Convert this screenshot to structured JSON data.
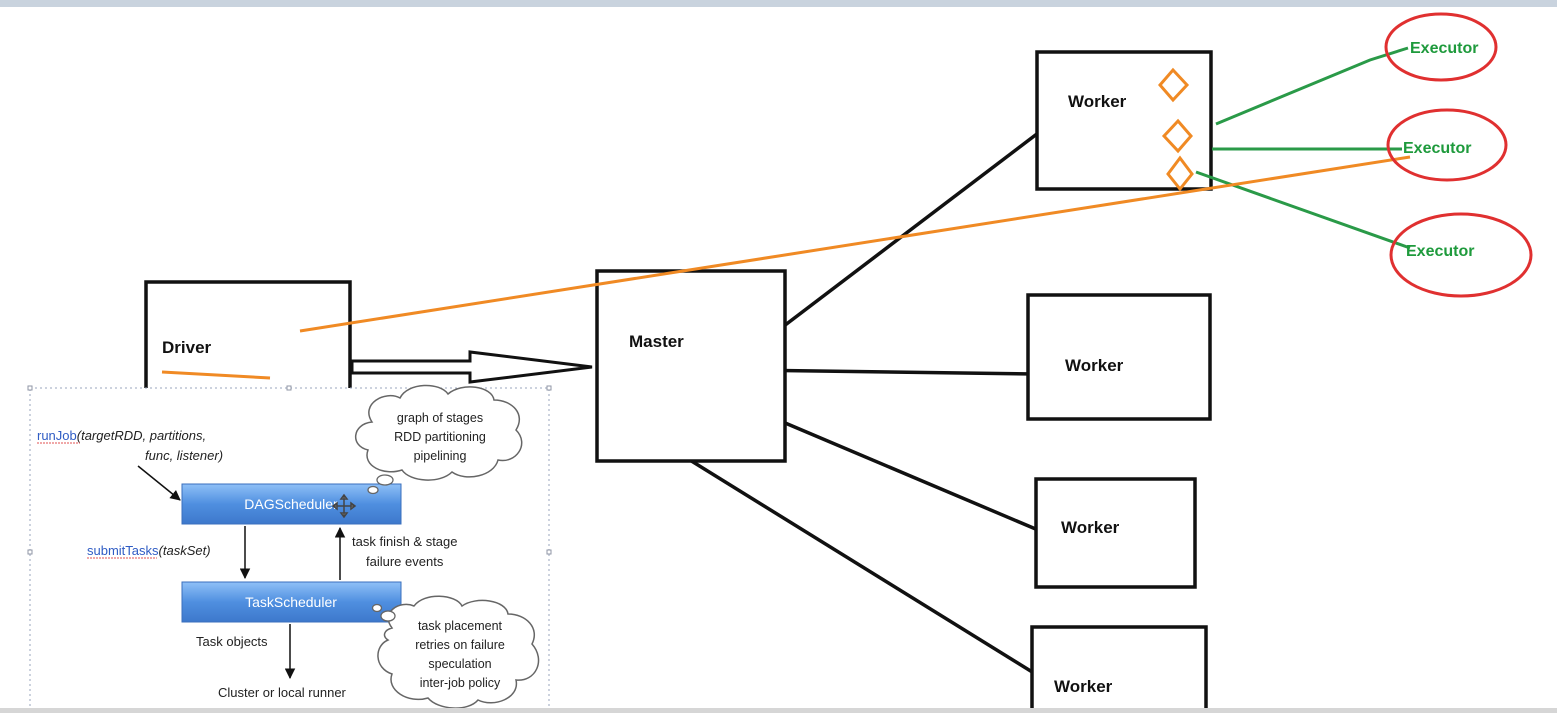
{
  "nodes": {
    "driver": "Driver",
    "master": "Master",
    "workers": [
      "Worker",
      "Worker",
      "Worker",
      "Worker"
    ],
    "executors": [
      "Executor",
      "Executor",
      "Executor"
    ]
  },
  "inset": {
    "runjob_fn": "runJob",
    "runjob_args_1": "(targetRDD, partitions,",
    "runjob_args_2": "func, listener)",
    "dag_scheduler": "DAGScheduler",
    "submit_fn": "submitTasks",
    "submit_args": "(taskSet)",
    "events_line1": "task finish & stage",
    "events_line2": "failure events",
    "task_scheduler": "TaskScheduler",
    "task_objects": "Task objects",
    "runner": "Cluster or local runner",
    "cloud1": [
      "graph of stages",
      "RDD partitioning",
      "pipelining"
    ],
    "cloud2": [
      "task placement",
      "retries on failure",
      "speculation",
      "inter-job policy"
    ]
  },
  "colors": {
    "executor_outline": "#e03030",
    "executor_text": "#1e9a3c",
    "worker_executor_lines": "#2a9a48",
    "driver_executor_line": "#f08a24",
    "task_diamond": "#f08a24",
    "scheduler_button": "#4f8fe0"
  }
}
